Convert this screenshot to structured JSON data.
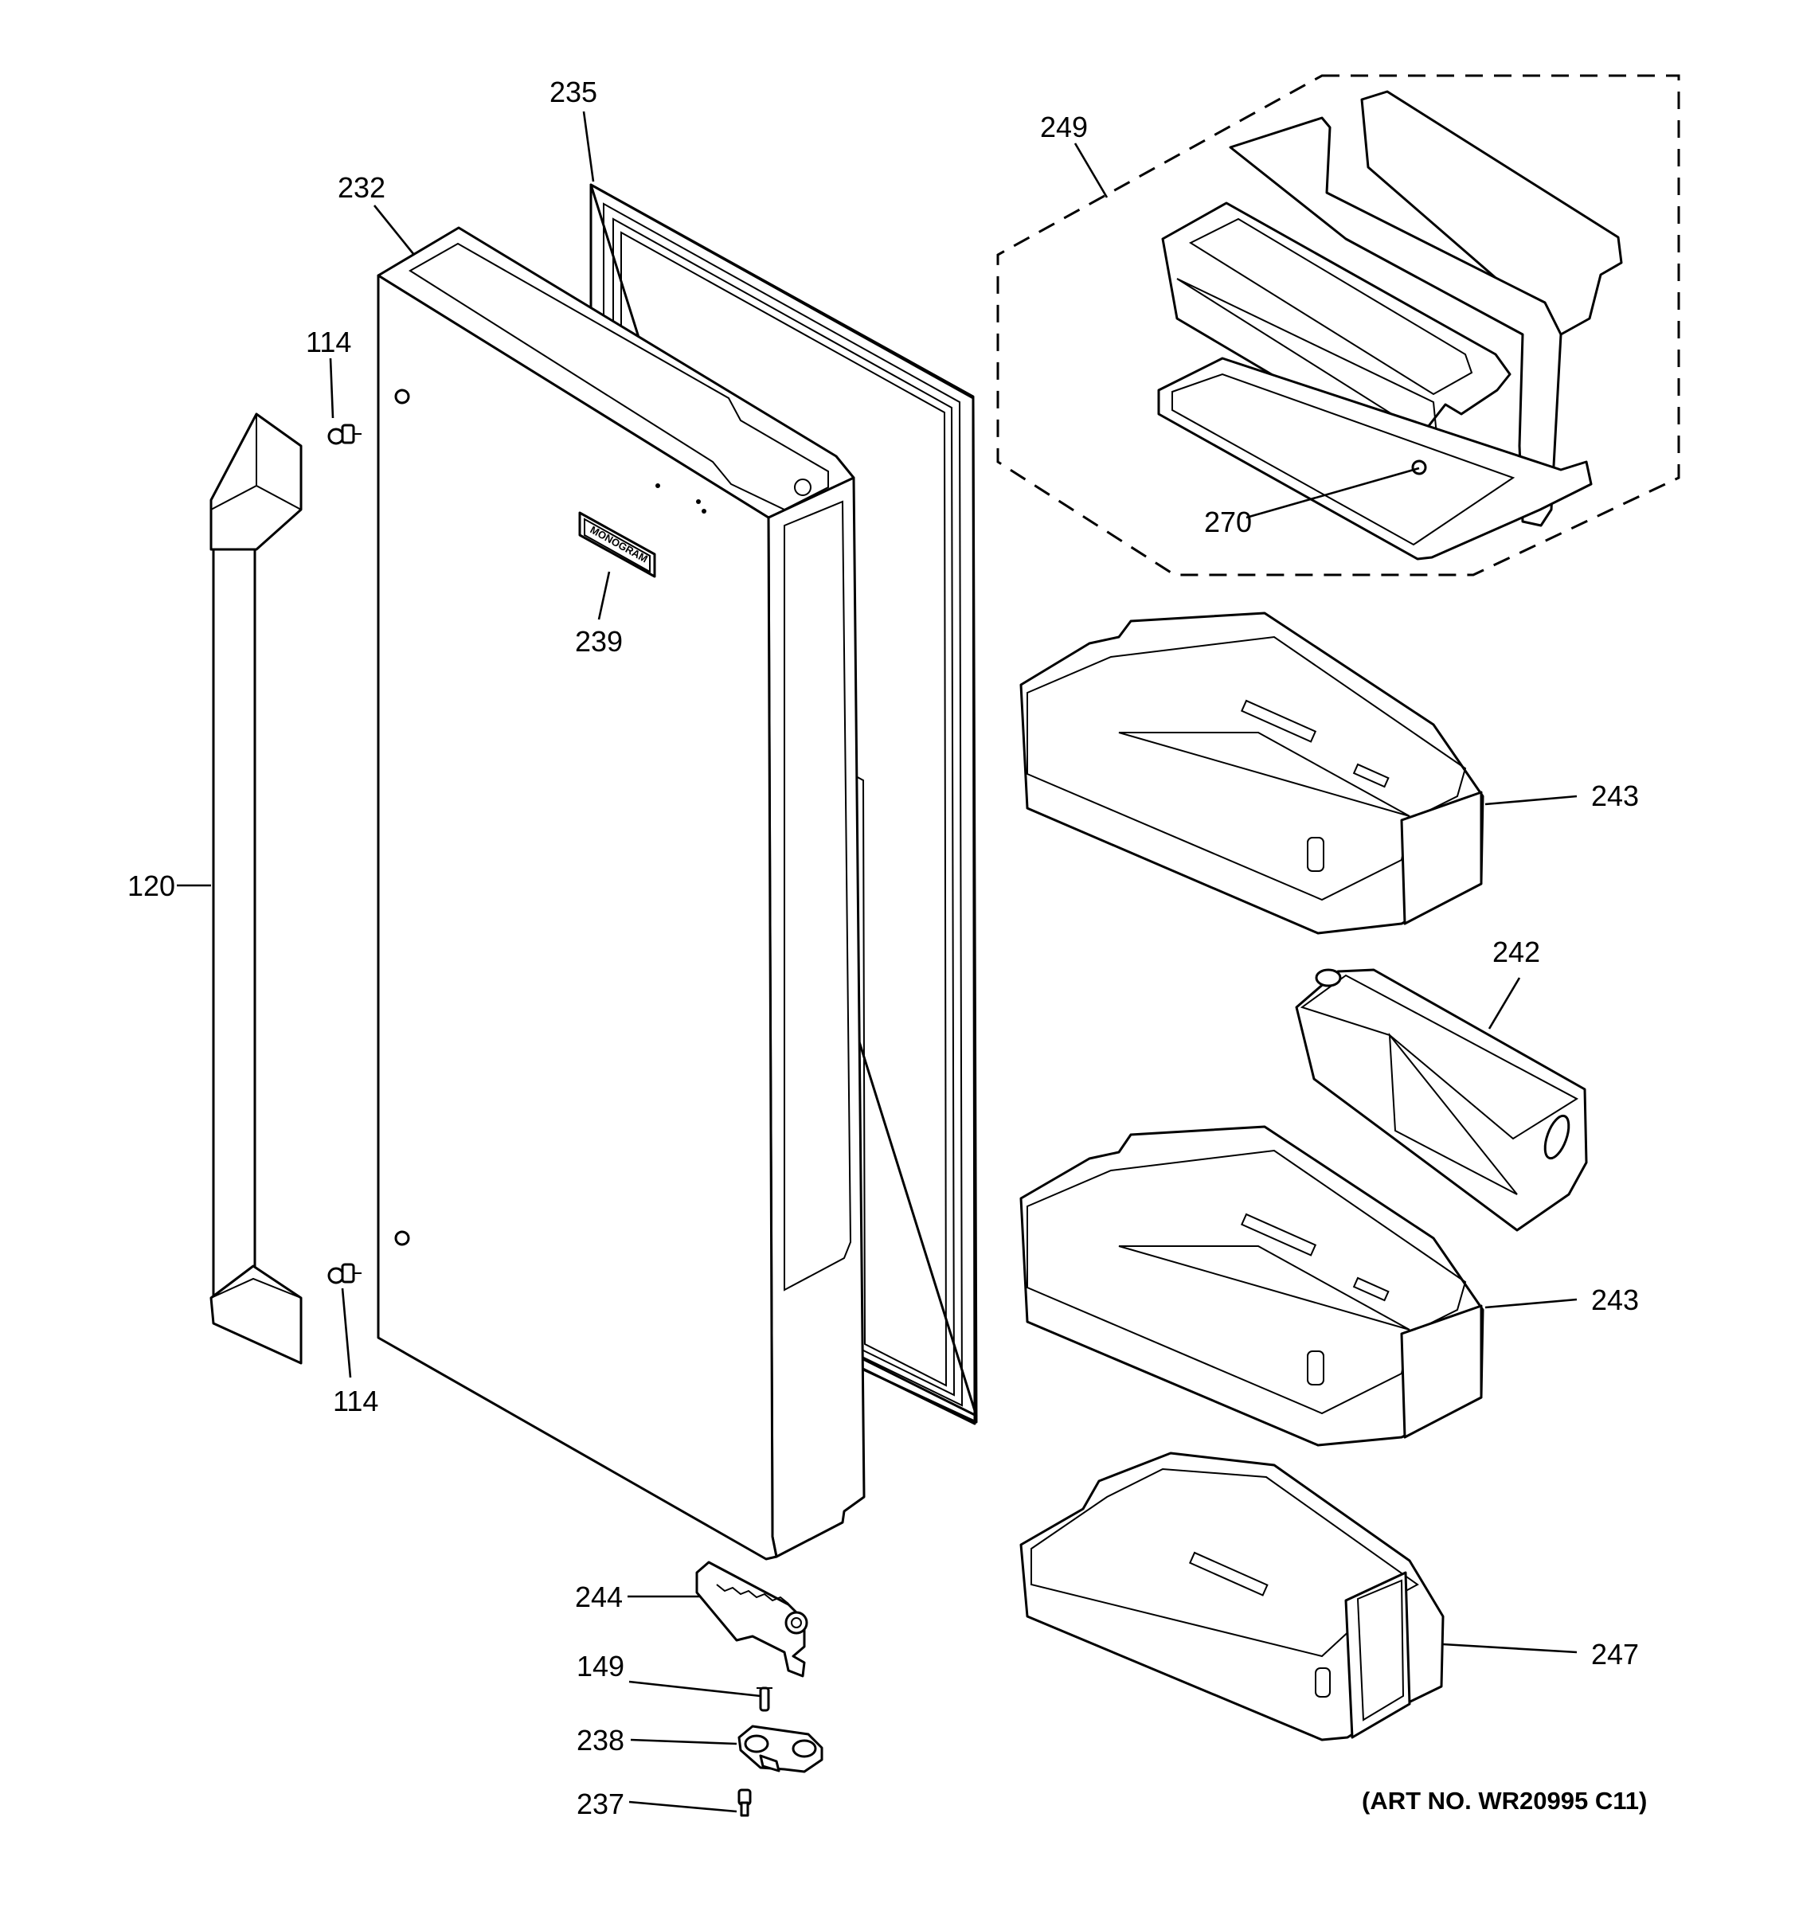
{
  "callouts": {
    "c235": "235",
    "c249": "249",
    "c232": "232",
    "c114_top": "114",
    "c270": "270",
    "c239": "239",
    "c243_top": "243",
    "c120": "120",
    "c242": "242",
    "c243_bottom": "243",
    "c114_bottom": "114",
    "c247": "247",
    "c244": "244",
    "c149": "149",
    "c238": "238",
    "c237": "237"
  },
  "badge_text": "MONOGRAM",
  "art_number": "(ART NO. WR20995 C11)"
}
